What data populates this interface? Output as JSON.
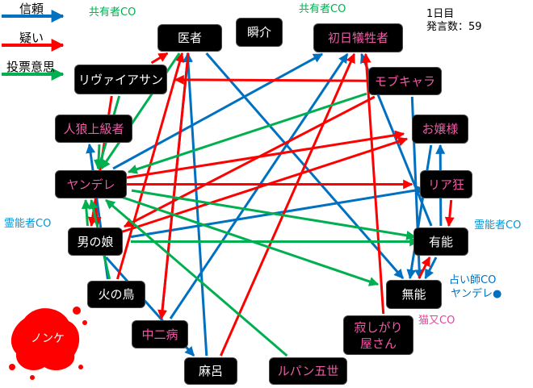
{
  "legend": [
    {
      "label": "信頼",
      "type": "trust",
      "color": "#0070c0"
    },
    {
      "label": "疑い",
      "type": "doubt",
      "color": "#ff0000"
    },
    {
      "label": "投票意思",
      "type": "vote",
      "color": "#00b050"
    }
  ],
  "day_info": {
    "day": "1日目",
    "post_count": "発言数：59"
  },
  "nodes": [
    {
      "id": "isha",
      "label": "医者",
      "style": "white"
    },
    {
      "id": "shunsuke",
      "label": "瞬介",
      "style": "white"
    },
    {
      "id": "shonichi",
      "label": "初日犠牲者",
      "style": "pink"
    },
    {
      "id": "leviathan",
      "label": "リヴァイアサン",
      "style": "white"
    },
    {
      "id": "mob",
      "label": "モブキャラ",
      "style": "pink"
    },
    {
      "id": "jinro",
      "label": "人狼上級者",
      "style": "pink"
    },
    {
      "id": "ojou",
      "label": "お嬢様",
      "style": "pink"
    },
    {
      "id": "yandere",
      "label": "ヤンデレ",
      "style": "pink"
    },
    {
      "id": "riakyo",
      "label": "リア狂",
      "style": "pink"
    },
    {
      "id": "otokonoko",
      "label": "男の娘",
      "style": "white"
    },
    {
      "id": "yuno",
      "label": "有能",
      "style": "white"
    },
    {
      "id": "hinotori",
      "label": "火の鳥",
      "style": "white"
    },
    {
      "id": "muno",
      "label": "無能",
      "style": "white"
    },
    {
      "id": "chuni",
      "label": "中二病",
      "style": "pink"
    },
    {
      "id": "sabishi",
      "label": "寂しがり\n屋さん",
      "style": "pink"
    },
    {
      "id": "maro",
      "label": "麻呂",
      "style": "white"
    },
    {
      "id": "lupin",
      "label": "ルパン五世",
      "style": "pink"
    }
  ],
  "dead": {
    "label": "ノンケ",
    "color": "#ff0000"
  },
  "notes": [
    {
      "id": "kyouyu1",
      "text": "共有者CO",
      "color": "#00b050"
    },
    {
      "id": "kyouyu2",
      "text": "共有者CO",
      "color": "#00b050"
    },
    {
      "id": "reino1",
      "text": "霊能者CO",
      "color": "#0096d6"
    },
    {
      "id": "reino2",
      "text": "霊能者CO",
      "color": "#0096d6"
    },
    {
      "id": "uranai",
      "text": "占い師CO",
      "color": "#0070c0"
    },
    {
      "id": "uranai_result",
      "text": "ヤンデレ●",
      "color": "#0070c0"
    },
    {
      "id": "nekomata",
      "text": "猫又CO",
      "color": "#e83fa0"
    }
  ],
  "edges": [
    {
      "from": "yandere",
      "to": "shonichi",
      "type": "trust"
    },
    {
      "from": "maro",
      "to": "isha",
      "type": "trust"
    },
    {
      "from": "chuni",
      "to": "isha",
      "type": "trust"
    },
    {
      "from": "isha",
      "to": "muno",
      "type": "trust"
    },
    {
      "from": "mob",
      "to": "muno",
      "type": "trust"
    },
    {
      "from": "ojou",
      "to": "muno",
      "type": "trust"
    },
    {
      "from": "yuno",
      "to": "shonichi",
      "type": "trust"
    },
    {
      "from": "yuno",
      "to": "ojou",
      "type": "trust"
    },
    {
      "from": "yuno",
      "to": "muno",
      "type": "trust"
    },
    {
      "from": "otokonoko",
      "to": "riakyo",
      "type": "trust"
    },
    {
      "from": "hinotori",
      "to": "jinro",
      "type": "trust"
    },
    {
      "from": "otokonoko",
      "to": "maro",
      "type": "trust"
    },
    {
      "from": "chuni",
      "to": "shonichi",
      "type": "trust"
    },
    {
      "from": "leviathan",
      "to": "isha",
      "type": "doubt"
    },
    {
      "from": "mob",
      "to": "leviathan",
      "type": "doubt"
    },
    {
      "from": "leviathan",
      "to": "otokonoko",
      "type": "doubt"
    },
    {
      "from": "hinotori",
      "to": "isha",
      "type": "doubt"
    },
    {
      "from": "isha",
      "to": "chuni",
      "type": "doubt"
    },
    {
      "from": "maro",
      "to": "shonichi",
      "type": "doubt"
    },
    {
      "from": "sabishi",
      "to": "shonichi",
      "type": "doubt"
    },
    {
      "from": "yandere",
      "to": "ojou",
      "type": "doubt"
    },
    {
      "from": "otokonoko",
      "to": "ojou",
      "type": "doubt"
    },
    {
      "from": "mob",
      "to": "otokonoko",
      "type": "doubt"
    },
    {
      "from": "yandere",
      "to": "otokonoko",
      "type": "doubt"
    },
    {
      "from": "riakyo",
      "to": "yuno",
      "type": "doubt"
    },
    {
      "from": "yandere",
      "to": "riakyo",
      "type": "doubt"
    },
    {
      "from": "muno",
      "to": "yuno",
      "type": "doubt"
    },
    {
      "from": "isha",
      "to": "yandere",
      "type": "vote"
    },
    {
      "from": "leviathan",
      "to": "yandere",
      "type": "vote"
    },
    {
      "from": "jinro",
      "to": "yandere",
      "type": "vote"
    },
    {
      "from": "otokonoko",
      "to": "yandere",
      "type": "vote"
    },
    {
      "from": "hinotori",
      "to": "yandere",
      "type": "vote"
    },
    {
      "from": "mob",
      "to": "yandere",
      "type": "vote"
    },
    {
      "from": "yandere",
      "to": "yuno",
      "type": "vote"
    },
    {
      "from": "otokonoko",
      "to": "yuno",
      "type": "vote"
    },
    {
      "from": "yandere",
      "to": "muno",
      "type": "vote"
    },
    {
      "from": "lupin",
      "to": "yandere",
      "type": "vote"
    }
  ]
}
